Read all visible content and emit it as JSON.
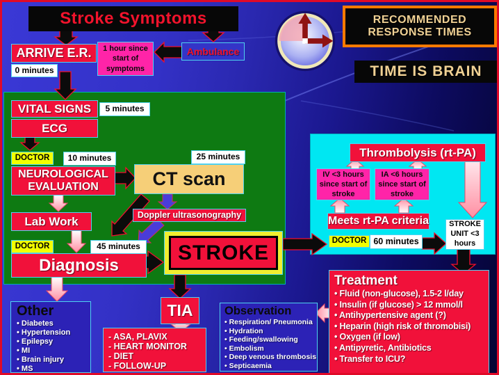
{
  "title": "Stroke Symptoms",
  "header": {
    "recommended_line1": "RECOMMENDED",
    "recommended_line2": "RESPONSE TIMES",
    "time_is_brain": "TIME IS BRAIN",
    "clock_icon": "quarter-hour-clock"
  },
  "arrival": {
    "arrive_er": "ARRIVE E.R.",
    "zero_minutes": "0 minutes",
    "one_hour_note": "1 hour since start of symptoms",
    "ambulance": "Ambulance"
  },
  "er_phase": {
    "vital_signs": "VITAL SIGNS",
    "five_minutes": "5 minutes",
    "ecg": "ECG",
    "doctor1": "DOCTOR",
    "ten_minutes": "10 minutes",
    "neuro_eval": "NEUROLOGICAL EVALUATION",
    "twentyfive_minutes": "25 minutes",
    "ct_scan": "CT scan",
    "doppler": "Doppler ultrasonography",
    "lab_work": "Lab Work",
    "doctor2": "DOCTOR",
    "fortyfive_minutes": "45 minutes",
    "diagnosis": "Diagnosis",
    "stroke": "STROKE"
  },
  "rtpa": {
    "thrombolysis": "Thrombolysis (rt-PA)",
    "iv_window": "IV <3 hours since start of stroke",
    "ia_window": "IA <6 hours since start of stroke",
    "meets_criteria": "Meets rt-PA criteria",
    "doctor3": "DOCTOR",
    "sixty_minutes": "60 minutes",
    "stroke_unit": "STROKE UNIT <3 hours"
  },
  "treatment": {
    "title": "Treatment",
    "bullets": [
      "• Fluid (non-glucose), 1.5-2 l/day",
      "• Insulin (if glucose) > 12 mmol/l",
      "• Antihypertensive agent (?)",
      "• Heparin (high risk of thromobisi)",
      "• Oxygen (if low)",
      "• Antipyretic, Antibiotics",
      "• Transfer to ICU?"
    ]
  },
  "other": {
    "title": "Other",
    "bullets": [
      "• Diabetes",
      "• Hypertension",
      "• Epilepsy",
      "• MI",
      "• Brain injury",
      "• MS"
    ]
  },
  "tia": {
    "label": "TIA",
    "bullets": [
      "- ASA, PLAVIX",
      "- HEART MONITOR",
      "- DIET",
      "- FOLLOW-UP"
    ]
  },
  "observation": {
    "title": "Observation",
    "bullets": [
      "• Respiration/ Pneumonia",
      "• Hydration",
      "• Feeding/swallowing",
      "• Embolism",
      "• Deep venous thrombosis",
      "• Septicaemia"
    ]
  },
  "colors": {
    "accent_red": "#f1113a",
    "magenta": "#ff24a8",
    "doctor_yellow": "#f2ff00",
    "green_panel": "#0e7a12",
    "cyan_panel": "#00e7f2",
    "gold_text": "#f0d194",
    "ct_tan": "#f6cf78",
    "orange_border": "#ff7a00",
    "slide_border": "#e00a28"
  }
}
